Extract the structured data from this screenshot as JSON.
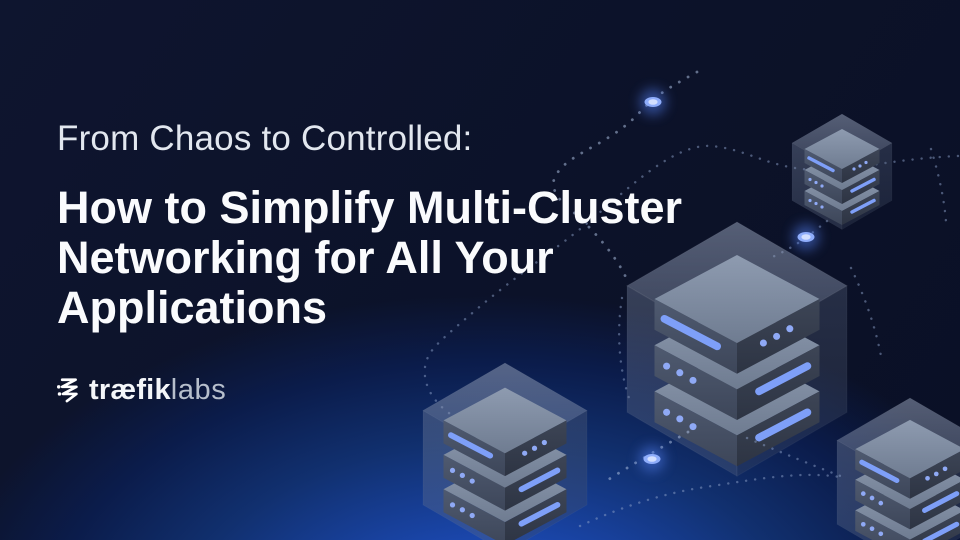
{
  "slide": {
    "kicker": "From Chaos to Controlled:",
    "title_lines": [
      "How to Simplify Multi-Cluster",
      "Networking for All Your",
      "Applications"
    ],
    "logo": {
      "brand_bold": "træfik",
      "brand_light": "labs"
    }
  },
  "illustration": {
    "description": "Isometric server-cluster cubes connected by dotted network paths with glowing nodes",
    "clusters": [
      "cluster-top-right",
      "cluster-center-large",
      "cluster-bottom-right-corner",
      "cluster-bottom-center"
    ],
    "glow_node_count": 3
  },
  "colors": {
    "background_dark": "#0a1026",
    "background_glow": "#2158d4",
    "accent_led_blue": "#7e9ff8",
    "dotted_path": "#a9bbdd",
    "text_primary": "#fafbfd",
    "text_secondary": "#e2e7ef",
    "logo_light": "#b7bfcc"
  }
}
